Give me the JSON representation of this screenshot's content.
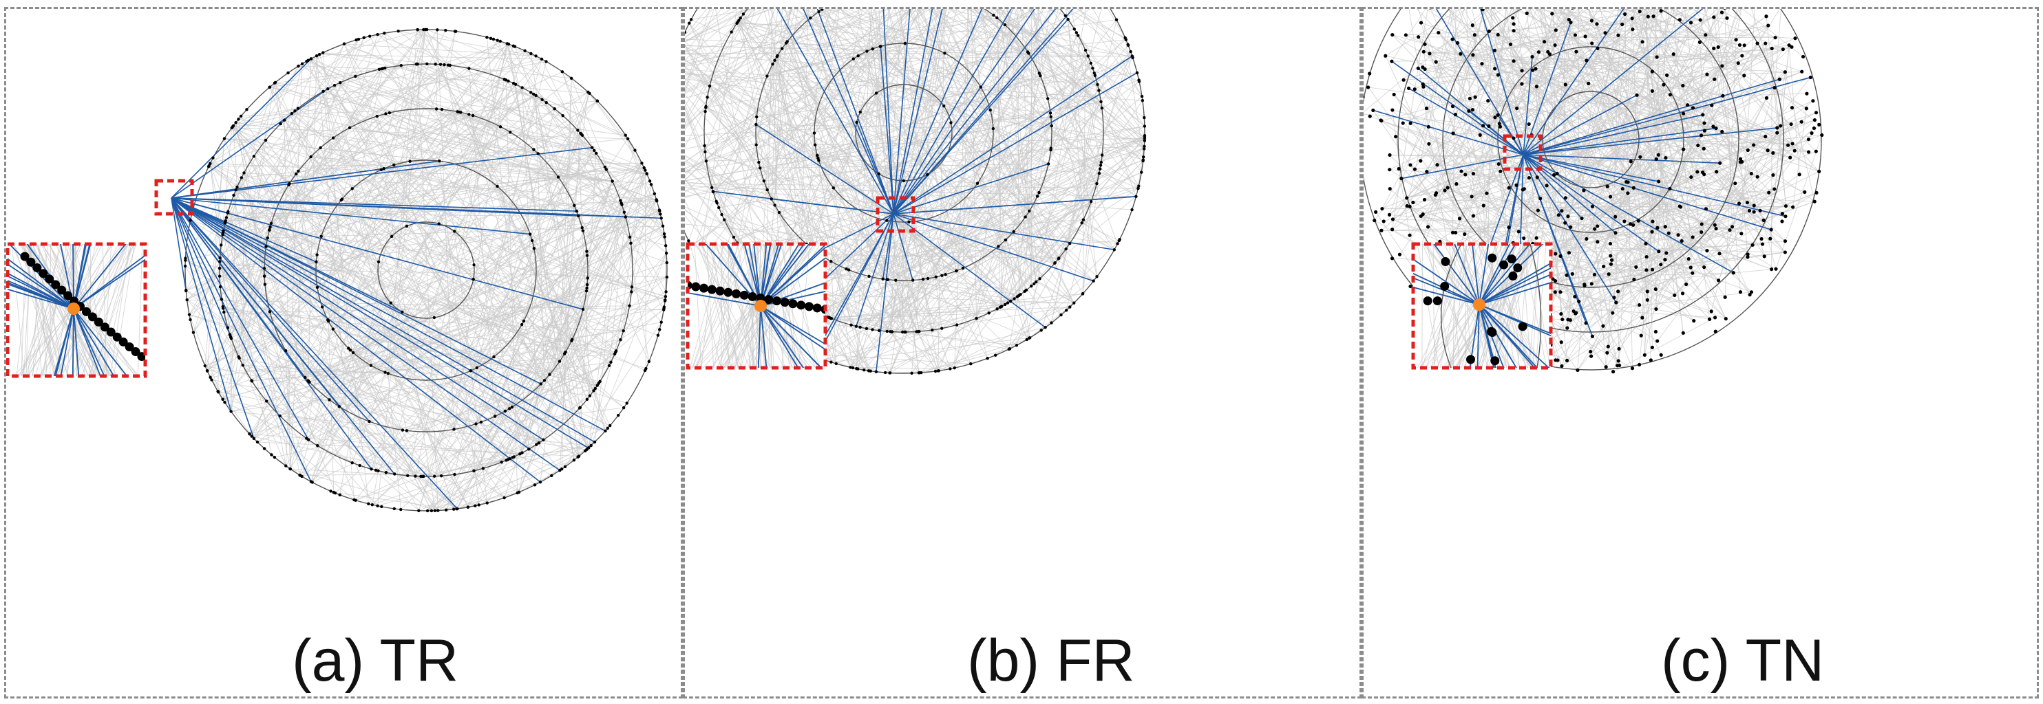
{
  "panels": [
    {
      "caption": "(a) TR",
      "variant": "tr"
    },
    {
      "caption": "(b) FR",
      "variant": "fr"
    },
    {
      "caption": "(c) TN",
      "variant": "tn"
    }
  ],
  "colors": {
    "edge": "#c8c8c8",
    "highlight_edge": "#1f5aa6",
    "node": "#000000",
    "focus_node": "#f7881f",
    "zoom_box": "#e0201e",
    "ring": "#555555",
    "panel_border": "#8c8c8c"
  }
}
